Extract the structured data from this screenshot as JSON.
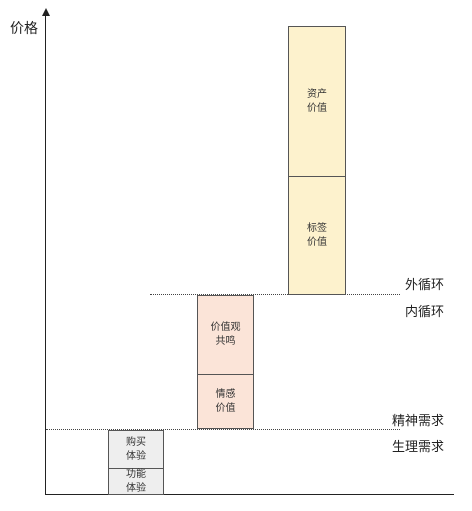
{
  "axis": {
    "y_label": "价格"
  },
  "levels": {
    "outer_loop": "外循环",
    "inner_loop": "内循环",
    "spiritual": "精神需求",
    "physiological": "生理需求"
  },
  "blocks": {
    "functional_experience": [
      "功能",
      "体验"
    ],
    "purchase_experience": [
      "购买",
      "体验"
    ],
    "emotional_value": [
      "情感",
      "价值"
    ],
    "values_resonance": [
      "价值观",
      "共鸣"
    ],
    "label_value": [
      "标签",
      "价值"
    ],
    "asset_value": [
      "资产",
      "价值"
    ]
  },
  "colors": {
    "gray_block": "#eeeeee",
    "pink_block": "#fbe4d8",
    "cream_block": "#fdf2cd"
  }
}
